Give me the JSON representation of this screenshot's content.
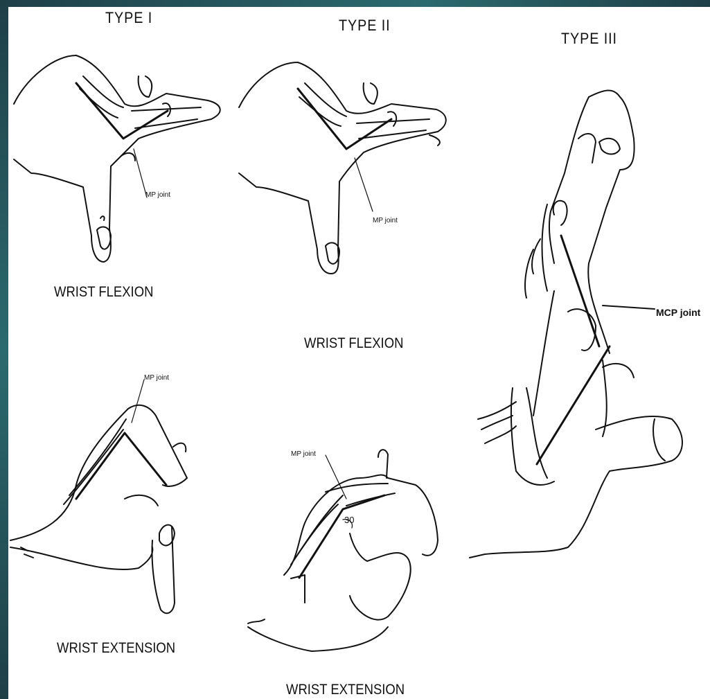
{
  "colors": {
    "frame_dark": "#1f3f47",
    "frame_teal": "#2b6a6f",
    "ink": "#111111",
    "paper": "#ffffff"
  },
  "panels": {
    "type1": {
      "title": "TYPE I",
      "flexion": {
        "caption": "WRIST FLEXION",
        "joint_label": "MP joint"
      },
      "extension": {
        "caption": "WRIST EXTENSION",
        "joint_label": "MP joint"
      }
    },
    "type2": {
      "title": "TYPE II",
      "flexion": {
        "caption": "WRIST FLEXION",
        "joint_label": "MP joint"
      },
      "extension": {
        "caption": "WRIST EXTENSION",
        "joint_label": "MP joint",
        "angle_label": "30"
      }
    },
    "type3": {
      "title": "TYPE III",
      "joint_label": "MCP joint"
    }
  }
}
